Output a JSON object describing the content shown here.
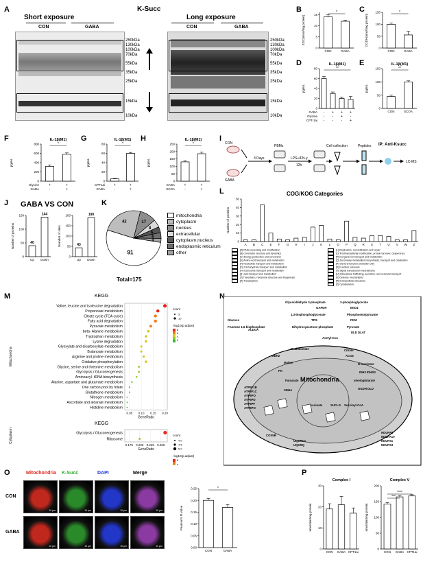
{
  "panel_letters": [
    "A",
    "B",
    "C",
    "D",
    "E",
    "F",
    "G",
    "H",
    "I",
    "J",
    "K",
    "L",
    "M",
    "N",
    "O",
    "P"
  ],
  "figure_title": "K-Succ",
  "panel_a": {
    "short_title": "Short exposure",
    "long_title": "Long exposure",
    "con": "CON",
    "gaba": "GABA",
    "markers": [
      "250kDa",
      "130kDa",
      "100kDa",
      "70kDa",
      "55kDa",
      "35kDa",
      "25kDa",
      "15kDa",
      "10kDa"
    ]
  },
  "bar_panels": [
    {
      "id": "B",
      "title": "",
      "ylabel": "SDC(nmol/mg protein)",
      "cats": [
        "CON",
        "GABA"
      ],
      "values": [
        14,
        12
      ],
      "err": [
        1,
        0.5
      ],
      "ylim": [
        0,
        16
      ],
      "sig": "*"
    },
    {
      "id": "C",
      "title": "",
      "ylabel": "OGDH(nmol/mg protein)",
      "cats": [
        "CON",
        "GABA"
      ],
      "values": [
        100,
        55
      ],
      "err": [
        5,
        15
      ],
      "ylim": [
        0,
        150
      ],
      "sig": "*"
    },
    {
      "id": "D",
      "title": "IL-1β(M1)",
      "ylabel": "pg/mL",
      "cats": [
        "",
        "",
        "",
        ""
      ],
      "values": [
        60,
        30,
        20,
        18
      ],
      "err": [
        4,
        3,
        3,
        6
      ],
      "ylim": [
        0,
        80
      ],
      "sig": "**"
    },
    {
      "id": "E",
      "title": "IL-1β(M1)",
      "ylabel": "pg/mL",
      "cats": [
        "CON",
        "SCOA"
      ],
      "values": [
        45,
        100
      ],
      "err": [
        5,
        4
      ],
      "ylim": [
        0,
        150
      ],
      "sig": "**"
    },
    {
      "id": "F",
      "title": "IL-1β(M1)",
      "ylabel": "pg/mL",
      "cats": [
        "",
        ""
      ],
      "values": [
        320,
        580
      ],
      "err": [
        30,
        30
      ],
      "ylim": [
        0,
        800
      ],
      "sig": "*"
    },
    {
      "id": "G",
      "title": "IL-1β(M1)",
      "ylabel": "pg/mL",
      "cats": [
        "",
        ""
      ],
      "values": [
        5,
        60
      ],
      "err": [
        1,
        2
      ],
      "ylim": [
        0,
        80
      ],
      "sig": "*"
    },
    {
      "id": "H",
      "title": "IL-1β(M1)",
      "ylabel": "pg/mL",
      "cats": [
        "",
        ""
      ],
      "values": [
        130,
        185
      ],
      "err": [
        8,
        10
      ],
      "ylim": [
        0,
        250
      ],
      "sig": "*"
    }
  ],
  "panel_d_rows": {
    "labels": [
      "GABA",
      "Glycine",
      "CPT-1ai"
    ],
    "signs": [
      [
        "-",
        "+",
        "+",
        "+"
      ],
      [
        "-",
        "-",
        "+",
        "-"
      ],
      [
        "-",
        "-",
        "-",
        "+"
      ]
    ]
  },
  "panel_f_rows": {
    "labels": [
      "Glycine",
      "GABA"
    ],
    "signs": [
      [
        "+",
        "+"
      ],
      [
        "-",
        "+"
      ]
    ]
  },
  "panel_g_rows": {
    "labels": [
      "CPT1ai",
      "GABA"
    ],
    "signs": [
      [
        "+",
        "+"
      ],
      [
        "-",
        "+"
      ]
    ]
  },
  "panel_h_rows": {
    "labels": [
      "GABA",
      "SCOA"
    ],
    "signs": [
      [
        "+",
        "+"
      ],
      [
        "-",
        "+"
      ]
    ]
  },
  "panel_i": {
    "con": "CON",
    "gaba": "GABA",
    "days": "3 Days",
    "pbmcs": "PBMs",
    "lps": "LPS+IFN-γ",
    "hours": "12h",
    "cell_collection": "Cell collection",
    "peptides": "Peptides",
    "ip": "IP: Anti-Ksucc",
    "lcms": "LC-MS"
  },
  "panel_j": {
    "title": "GABA VS CON",
    "ylabel1": "Number of proteins",
    "ylabel2": "Number of sites",
    "cats": [
      "Up",
      "Down"
    ],
    "proteins": [
      40,
      144
    ],
    "sites": [
      43,
      190
    ]
  },
  "panel_k": {
    "total": "Total=175",
    "slices": [
      91,
      42,
      17,
      8,
      6,
      6,
      4
    ],
    "labels": [
      "mitochondria",
      "cytoplasm",
      "nucleus",
      "extracellular",
      "cytoplasm,nucleus",
      "endoplasmic reticulum",
      "other"
    ],
    "colors": [
      "#ffffff",
      "#bdbdbd",
      "#8c8c8c",
      "#d9d9d9",
      "#555555",
      "#6e6e6e",
      "#a3a3a3"
    ]
  },
  "panel_l": {
    "title": "COG/KOG Categories",
    "ylabel": "Number of proteins",
    "cats": [
      "A",
      "B",
      "C",
      "E",
      "F",
      "G",
      "H",
      "I",
      "J",
      "K",
      "L",
      "O",
      "P",
      "Q",
      "R",
      "S",
      "T",
      "U",
      "V",
      "W",
      "Z"
    ],
    "values": [
      2,
      2,
      43,
      10,
      3,
      2,
      4,
      5,
      17,
      19,
      3,
      2,
      24,
      5,
      4,
      7,
      7,
      6,
      2,
      2,
      13
    ],
    "ylim": [
      0,
      50
    ],
    "legend_left": [
      "[A] RNA processing and modification",
      "[B] Chromatin structure and dynamics",
      "[C] Energy production and conversion",
      "[E] Amino acid transport and metabolism",
      "[F] Nucleotide transport and metabolism",
      "[G] Carbohydrate transport and metabolism",
      "[H] Coenzyme transport and metabolism",
      "[I] Lipid transport and metabolism",
      "[J] Translation, ribosomal structure and biogenesis",
      "[K] Transcription"
    ],
    "legend_right": [
      "[L] Replication, recombination and repair",
      "[O] Posttranslational modification, protein turnover, chaperones",
      "[P] Inorganic ion transport and metabolism",
      "[Q] Secondary metabolites biosynthesis, transport and catabolism",
      "[R] General function prediction only",
      "[S] Function unknown",
      "[T] Signal transduction mechanisms",
      "[U] Intracellular trafficking, secretion, and vesicular transport",
      "[V] Defense mechanisms",
      "[W] Extracellular structures",
      "[Z] Cytoskeleton"
    ]
  },
  "panel_m": {
    "title": "KEGG",
    "group1": "Mitochondria",
    "group2": "Cytoplasm",
    "xlabel": "GeneRatio",
    "terms": [
      "Valine, leucine and isoleucine degradation",
      "Propanoate metabolism",
      "Citrate cycle (TCA cycle)",
      "Fatty acid degradation",
      "Pyruvate metabolism",
      "beta- Alanine metabolism",
      "Tryptophan metabolism",
      "Lysine degradation",
      "Glyoxylate and dicarboxylate metabolism",
      "Butanoate metabolism",
      "Arginine and proline metabolism",
      "Oxidative phosphorylation",
      "Glycine, serine and threonine metabolism",
      "Glycolysis / Gluconeogenesis",
      "Aminoacyl- tRNA biosynthesis",
      "Alanine, aspartate and glutamate metabolism",
      "One carbon pool by folate",
      "Glutathione metabolism",
      "Nitrogen metabolism",
      "Ascorbate and aldarate metabolism",
      "Histidine metabolism"
    ],
    "ratios": [
      0.2,
      0.17,
      0.16,
      0.16,
      0.14,
      0.13,
      0.12,
      0.12,
      0.1,
      0.1,
      0.11,
      0.12,
      0.09,
      0.09,
      0.08,
      0.06,
      0.05,
      0.05,
      0.04,
      0.04,
      0.04
    ],
    "xticks": [
      "0.05",
      "0.10",
      "0.15",
      "0.20"
    ],
    "count_title": "count",
    "count_vals": [
      "5",
      "10"
    ],
    "padj_title": "-log10(p.adjust)",
    "padj_vals": [
      "8",
      "6",
      "4",
      "2"
    ],
    "terms2": [
      "Glycolysis / Gluconeogenesis",
      "Ribosome"
    ],
    "ratios2": [
      0.26,
      0.2
    ],
    "xticks2": [
      "0.175",
      "0.200",
      "0.225",
      "0.250"
    ],
    "count2_vals": [
      "4.0",
      "4.5",
      "5.0"
    ],
    "padj2_vals": [
      "8",
      "6",
      "4"
    ]
  },
  "panel_n": {
    "mito": "Mitochondria",
    "labels": [
      "Glyceraldehyde 3-phosphate",
      "3-phosphoglycerate",
      "GAPDH",
      "ENO1",
      "1,3-bisphosphoglycerate",
      "Phosphoenolpyruvate",
      "Glucose",
      "TPI1",
      "PKM",
      "Fructose 1,6-bisphosphate",
      "Dihydroxyacetone phosphate",
      "Pyruvate",
      "ALDOA",
      "DLD DLAT",
      "Acetyl-CoA",
      "Oxaloacetate",
      "Citrate",
      "MDH2",
      "Malate",
      "ACO2",
      "FH",
      "D-isocitrate",
      "IDH3 IDH3G",
      "Fumarate",
      "α-ketoglutarate",
      "SDHA",
      "OGDH DLD",
      "Succinate",
      "SUCLG",
      "Succinyl-CoA",
      "ATP5F1B",
      "ATP5F1C",
      "ATP5PO",
      "ATP5PD",
      "ATP5PF",
      "ATP5PO",
      "COX5B",
      "UQCRC1",
      "UQCRQ",
      "NDUFA8",
      "NDUFA10",
      "NDUFS1",
      "NDUFS3"
    ]
  },
  "panel_o": {
    "cols": [
      "Mitochondria",
      "K-Succ",
      "DAPI",
      "Merge"
    ],
    "col_colors": [
      "#e0261b",
      "#2ea82e",
      "#1c34d6",
      "#000000"
    ],
    "rows": [
      "CON",
      "GABA"
    ],
    "scale": "10 μm",
    "ylabel": "Pearson's R value",
    "cats": [
      "CON",
      "GABA"
    ],
    "values": [
      0.2,
      0.17
    ],
    "err": [
      0.008,
      0.012
    ],
    "ylim": [
      0,
      0.25
    ],
    "yticks": [
      "0.00",
      "0.05",
      "0.10",
      "0.15",
      "0.20",
      "0.25"
    ],
    "sig": "*"
  },
  "panel_p": [
    {
      "title": "Complex Ⅰ",
      "ylabel": "nmol/min/mg protein",
      "cats": [
        "CON",
        "GABA",
        "CPT1ai"
      ],
      "values": [
        19,
        21,
        17
      ],
      "err": [
        2.5,
        4,
        2.5
      ],
      "ylim": [
        0,
        30
      ],
      "yticks": [
        "0",
        "10",
        "20",
        "30"
      ]
    },
    {
      "title": "Complex Ⅴ",
      "ylabel": "nmol/min/mg protein",
      "cats": [
        "CON",
        "GABA",
        "CPT1ai"
      ],
      "values": [
        142,
        165,
        168
      ],
      "err": [
        5,
        4,
        4
      ],
      "ylim": [
        0,
        200
      ],
      "yticks": [
        "0",
        "50",
        "100",
        "150",
        "200"
      ],
      "sig1": "***",
      "sig2": "****"
    }
  ],
  "axis_ticks": {
    "B": [
      "0",
      "5",
      "10",
      "15"
    ],
    "C": [
      "0",
      "50",
      "100",
      "150"
    ],
    "D": [
      "0",
      "20",
      "40",
      "60",
      "80"
    ],
    "E": [
      "0",
      "50",
      "100",
      "150"
    ],
    "F": [
      "0",
      "200",
      "400",
      "600",
      "800"
    ],
    "G": [
      "0",
      "20",
      "40",
      "60",
      "80"
    ],
    "H": [
      "0",
      "50",
      "100",
      "150",
      "200",
      "250"
    ],
    "J1": [
      "0",
      "50",
      "100",
      "150"
    ],
    "J2": [
      "0",
      "50",
      "100",
      "150",
      "200"
    ],
    "L": [
      "0",
      "10",
      "20",
      "30",
      "40",
      "50"
    ]
  }
}
